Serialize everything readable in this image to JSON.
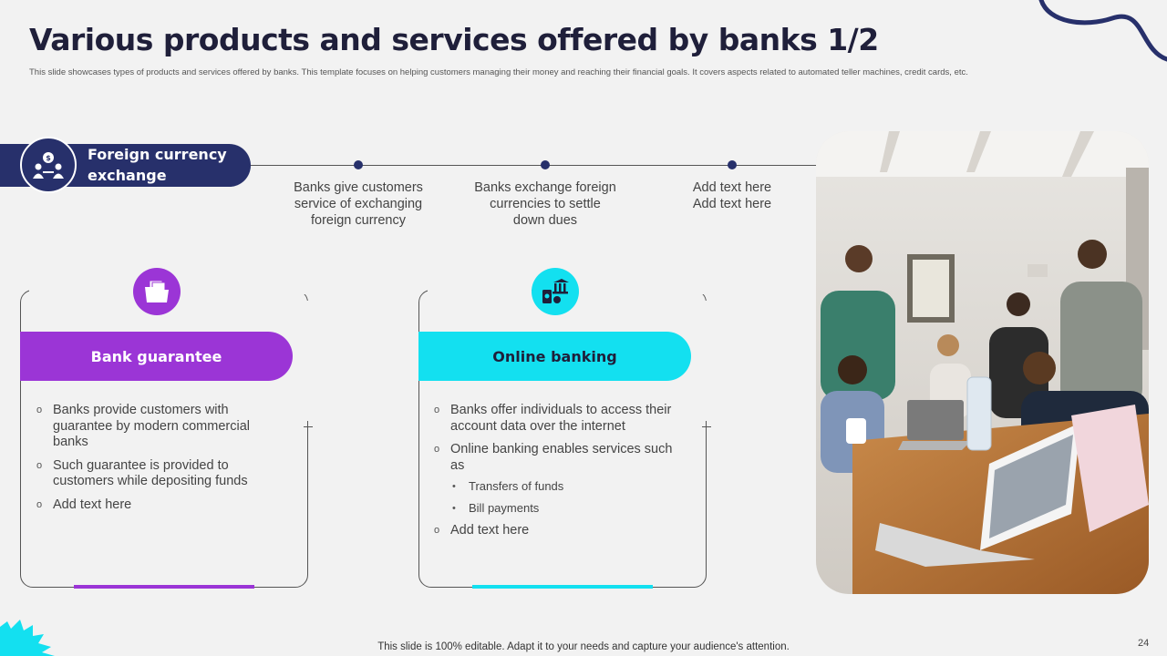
{
  "title": "Various products and services offered by banks 1/2",
  "subtitle": "This slide showcases types of products and services offered by banks. This template focuses on helping customers managing their money and reaching their financial goals. It covers aspects related to automated teller machines, credit cards, etc.",
  "foreign_currency": {
    "label": "Foreign currency exchange",
    "icon": "money-exchange-people-icon",
    "points": [
      "Banks give customers service of exchanging foreign currency",
      "Banks exchange foreign currencies to settle down dues",
      "Add text here Add text here"
    ]
  },
  "bank_guarantee": {
    "label": "Bank guarantee",
    "icon": "folder-documents-icon",
    "color": "#9b35d6",
    "items": [
      "Banks provide customers with guarantee by modern commercial banks",
      "Such guarantee is provided to customers while depositing funds",
      "Add text here"
    ]
  },
  "online_banking": {
    "label": "Online banking",
    "icon": "online-bank-icon",
    "color": "#13e0f0",
    "items": [
      "Banks offer individuals to access their account data over the internet",
      "Online banking enables services such as",
      "Add text here"
    ],
    "sub_items": [
      "Transfers of funds",
      "Bill payments"
    ]
  },
  "photo": "people-around-laptops-meeting-photo",
  "footer": "This slide is 100% editable. Adapt it to your needs and capture your audience's attention.",
  "page_number": "24",
  "colors": {
    "navy": "#27306b",
    "purple": "#9b35d6",
    "cyan": "#13e0f0",
    "background": "#f2f2f2"
  }
}
